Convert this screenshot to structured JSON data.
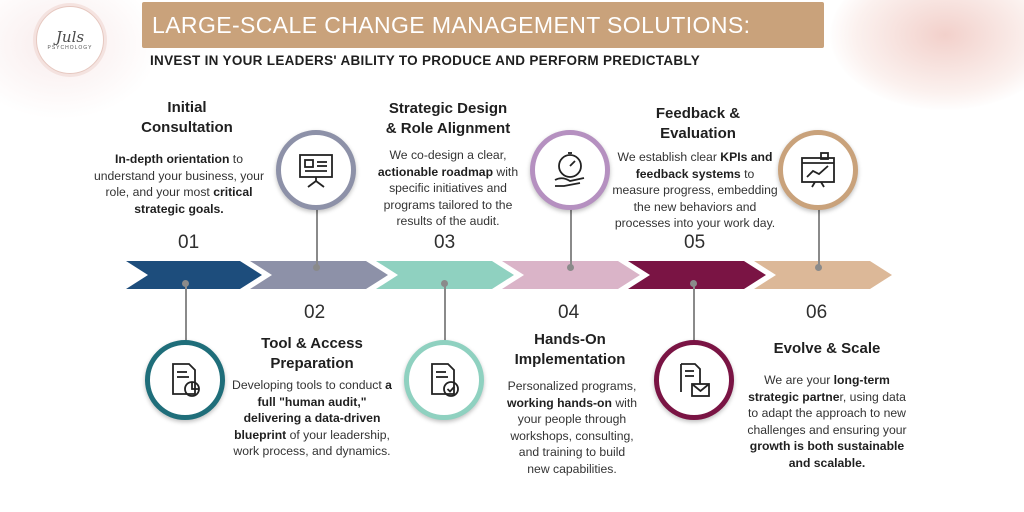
{
  "logo": {
    "script_text": "Juls",
    "caption": "PSYCHOLOGY"
  },
  "header": {
    "title": "LARGE-SCALE CHANGE MANAGEMENT SOLUTIONS:",
    "subtitle": "INVEST IN YOUR LEADERS' ABILITY TO PRODUCE AND PERFORM PREDICTABLY",
    "banner_color": "#c9a27b"
  },
  "steps": [
    {
      "number": "01",
      "title_lines": [
        "Initial",
        "Consultation"
      ],
      "color": "#1d4d7c",
      "icon": "presentation-board-icon",
      "description": [
        "In-depth orientation",
        " to understand your business, your role, and your most ",
        "critical strategic goals."
      ]
    },
    {
      "number": "02",
      "title_lines": [
        "Tool & Access",
        "Preparation"
      ],
      "color": "#1f6e7a",
      "icon": "document-chart-icon",
      "description": [
        "Developing tools to conduct ",
        "a full \"human audit,\" delivering a data-driven blueprint",
        " of your leadership, work process, and dynamics."
      ]
    },
    {
      "number": "03",
      "title_lines": [
        "Strategic Design",
        "& Role Alignment"
      ],
      "color": "#8d91a8",
      "icon": "document-check-icon",
      "description": [
        "We co-design a  clear, ",
        "actionable roadmap",
        " with specific initiatives and programs tailored to the results of the audit."
      ]
    },
    {
      "number": "04",
      "title_lines": [
        "Hands-On",
        "Implementation"
      ],
      "color": "#b590c0",
      "icon": "stopwatch-hand-icon",
      "description": [
        "Personalized programs, ",
        "working hands-on",
        " with your people through workshops, consulting, and training to build new capabilities."
      ]
    },
    {
      "number": "05",
      "title_lines": [
        "Feedback &",
        "Evaluation"
      ],
      "color": "#7a1444",
      "icon": "document-envelope-icon",
      "description": [
        "We establish clear ",
        "KPIs and feedback systems",
        " to measure progress, embedding the new behaviors and processes into your work day."
      ]
    },
    {
      "number": "06",
      "title_lines": [
        "Evolve & Scale"
      ],
      "color": "#c9a27b",
      "icon": "analytics-dashboard-icon",
      "description": [
        "We are your ",
        "long-term strategic partne",
        "r, using data to adapt the approach to new challenges and ensuring your ",
        "growth is both sustainable and scalable."
      ]
    }
  ],
  "arrow_colors": [
    "#1d4d7c",
    "#8d91a8",
    "#8fd1c0",
    "#dab4c8",
    "#7a1444",
    "#dcb898"
  ]
}
